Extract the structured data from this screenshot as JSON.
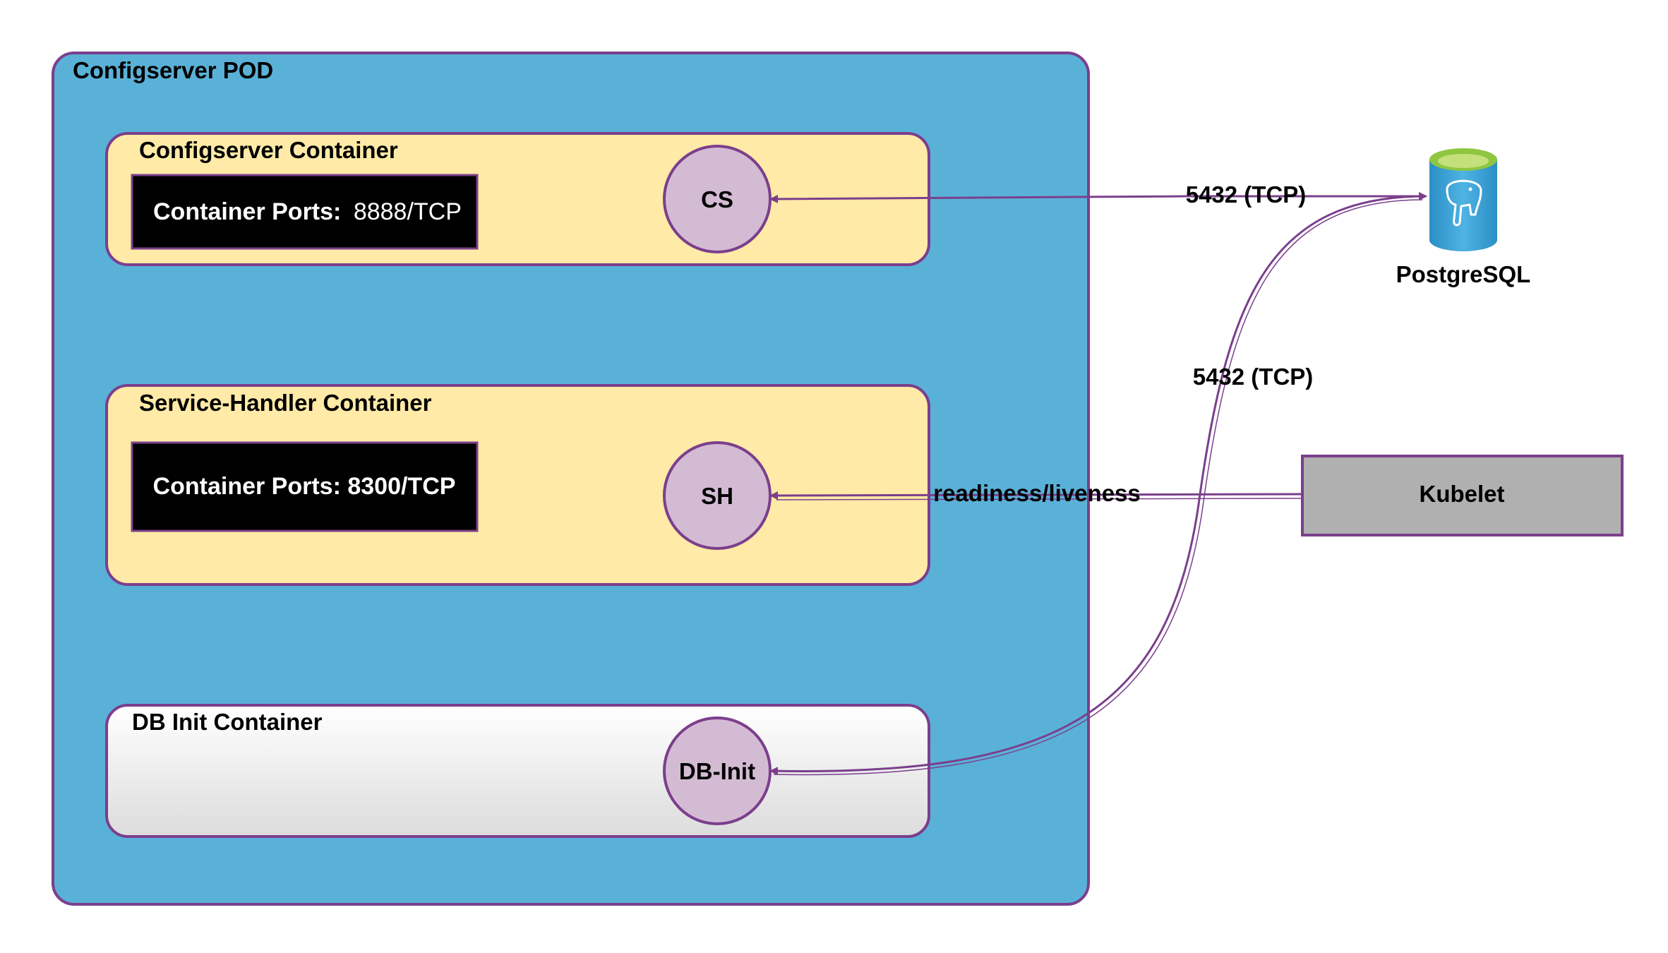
{
  "pod": {
    "title": "Configserver POD"
  },
  "containers": {
    "configserver": {
      "title": "Configserver Container",
      "ports_label": "Container Ports:",
      "ports_value": "8888/TCP",
      "node_label": "CS"
    },
    "service_handler": {
      "title": "Service-Handler Container",
      "ports_label": "Container Ports: 8300/TCP",
      "node_label": "SH"
    },
    "db_init": {
      "title": "DB Init Container",
      "node_label": "DB-Init"
    }
  },
  "external": {
    "postgres": {
      "label": "PostgreSQL",
      "icon": "postgresql-icon"
    },
    "kubelet": {
      "label": "Kubelet"
    }
  },
  "edges": {
    "cs_to_postgres": "5432 (TCP)",
    "dbinit_to_postgres": "5432 (TCP)",
    "kubelet_to_sh": "readiness/liveness"
  },
  "colors": {
    "pod_fill": "#5ab1d8",
    "container_fill": "#ffeaa7",
    "node_fill": "#d4bbd4",
    "accent": "#7b3f8c",
    "port_box": "#000000",
    "kubelet_fill": "#b0b0b0"
  }
}
